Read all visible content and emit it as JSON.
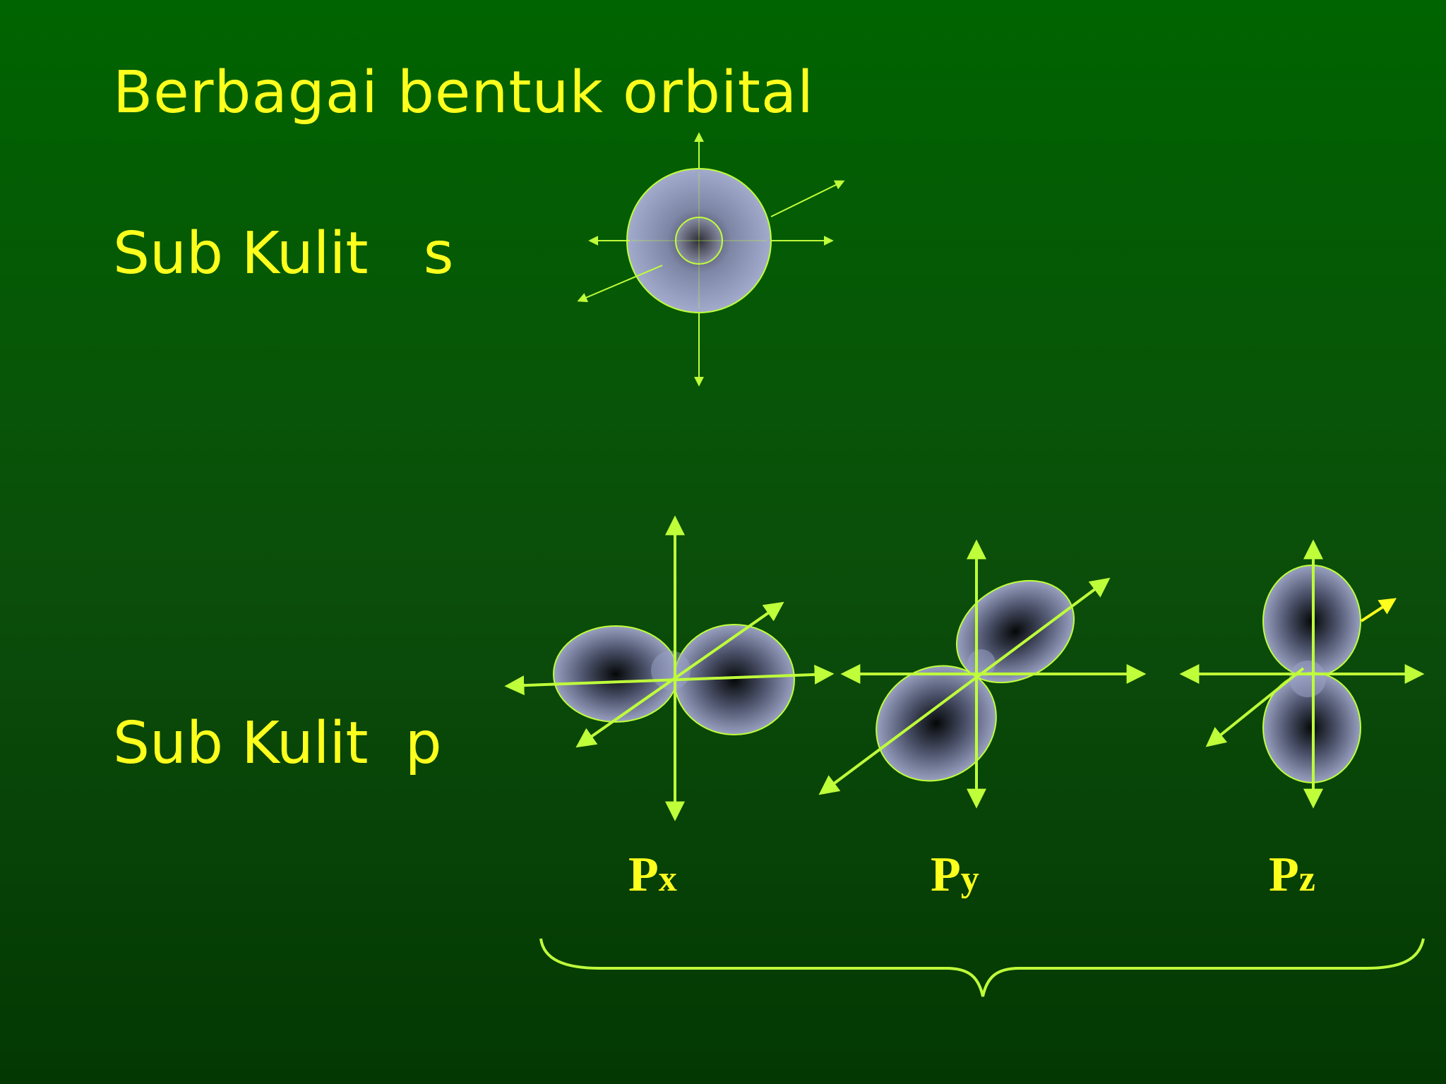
{
  "title": "Berbagai bentuk orbital",
  "rows": {
    "s_label": "Sub Kulit   s",
    "p_label": "Sub Kulit  p"
  },
  "orbitals": {
    "px": {
      "main": "P",
      "sub": "x"
    },
    "py": {
      "main": "P",
      "sub": "y"
    },
    "pz": {
      "main": "P",
      "sub": "z"
    }
  },
  "colors": {
    "text": "#ffff1e",
    "axis": "#bfff3a",
    "lobe": "#8a93b8",
    "background_top": "#006400",
    "background_bottom": "#033803"
  }
}
